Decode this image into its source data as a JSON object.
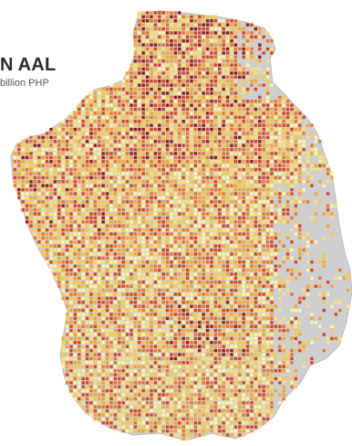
{
  "map": {
    "title": "N AAL",
    "subtitle": "billion PHP",
    "land_color": "#cfcfcf",
    "outline_color": "#bdbdbd",
    "background_color": "#ffffff",
    "legend_colors": [
      "#fff7a6",
      "#f9e27a",
      "#f6c84c",
      "#f1a43a",
      "#e8752f",
      "#d4452a",
      "#8f1f1f"
    ],
    "cell_value_scale": "low to high annual average loss"
  }
}
